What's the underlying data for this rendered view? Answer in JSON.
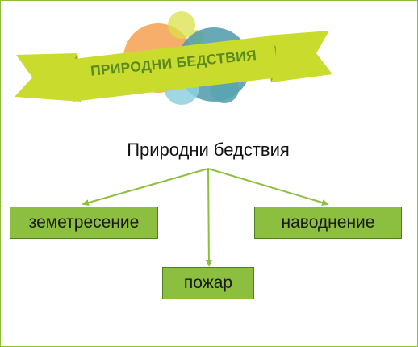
{
  "banner": {
    "title": "ПРИРОДНИ БЕДСТВИЯ"
  },
  "diagram": {
    "root": "Природни бедствия",
    "children": [
      {
        "label": "земетресение"
      },
      {
        "label": "пожар"
      },
      {
        "label": "наводнение"
      }
    ]
  },
  "colors": {
    "banner_fill": "#c9dc2e",
    "box_fill": "#8cbf3f",
    "arrow": "#8cbf3f",
    "bubble_orange": "#f6a55a",
    "bubble_yellow": "#d9e04a",
    "bubble_teal": "#5aa3b0",
    "bubble_lightblue": "#8fd0de",
    "frame_border": "#8bbd3a"
  }
}
